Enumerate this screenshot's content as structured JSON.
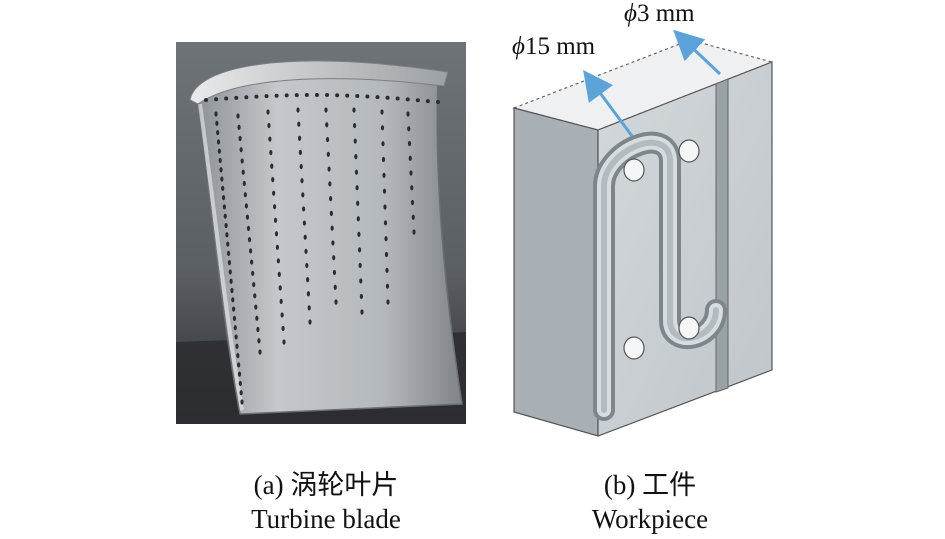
{
  "figure": {
    "panel_a": {
      "caption_cn": "(a) 涡轮叶片",
      "caption_en": "Turbine blade"
    },
    "panel_b": {
      "caption_cn": "(b) 工件",
      "caption_en": "Workpiece",
      "dimension_large": {
        "symbol": "ϕ",
        "value": "15 mm"
      },
      "dimension_small": {
        "symbol": "ϕ",
        "value": "3 mm"
      }
    }
  },
  "colors": {
    "arrow": "#5ba3d9",
    "workpiece_face": "#c9cfd3",
    "workpiece_side": "#a9b1b6",
    "blade_metal": "#b9bdc0"
  }
}
